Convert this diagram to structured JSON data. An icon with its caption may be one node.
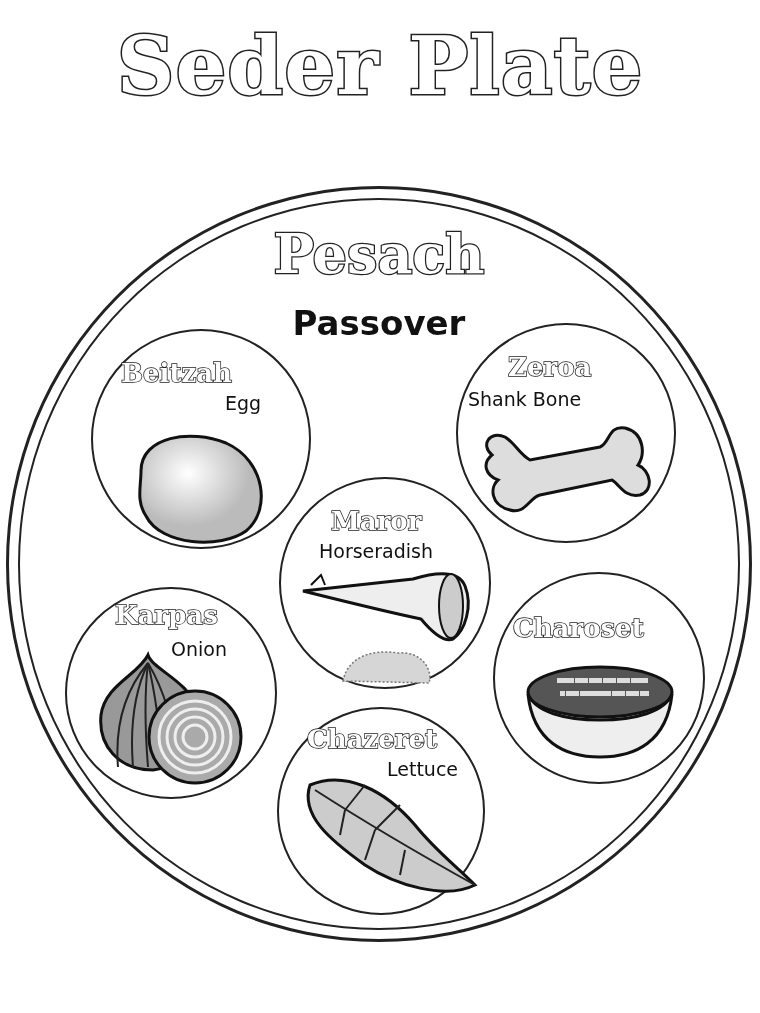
{
  "diagram": {
    "title": "Seder Plate",
    "nodes": [
      {
        "text": [
          "Pesach",
          "Passover"
        ]
      },
      {
        "text": [
          "Beitzah",
          "Egg"
        ],
        "in": 0
      },
      {
        "text": [
          "Zeroa",
          "Shank Bone"
        ],
        "in": 0
      },
      {
        "text": [
          "Maror",
          "Horseradish"
        ],
        "in": 0
      },
      {
        "text": [
          "Karpas",
          "Onion"
        ],
        "in": 0
      },
      {
        "text": [
          "Charoset"
        ],
        "in": 0
      },
      {
        "text": [
          "Chazeret",
          "Lettuce"
        ],
        "in": 0
      }
    ]
  }
}
